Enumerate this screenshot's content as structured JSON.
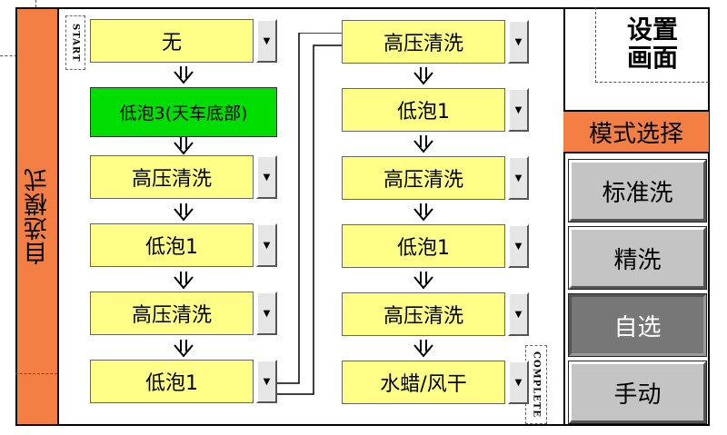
{
  "left_bar": {
    "title": "自选模式"
  },
  "tags": {
    "start": "START",
    "complete": "COMPLETE"
  },
  "steps_left": [
    {
      "label": "无",
      "dropdown": "▼"
    },
    {
      "label": "低泡3(天车底部)",
      "highlighted": true,
      "color": "#00dd00"
    },
    {
      "label": "高压清洗",
      "dropdown": "▼"
    },
    {
      "label": "低泡1",
      "dropdown": "▼"
    },
    {
      "label": "高压清洗",
      "dropdown": "▼"
    },
    {
      "label": "低泡1",
      "dropdown": "▼"
    }
  ],
  "steps_right": [
    {
      "label": "高压清洗",
      "dropdown": "▼"
    },
    {
      "label": "低泡1",
      "dropdown": "▼"
    },
    {
      "label": "高压清洗",
      "dropdown": "▼"
    },
    {
      "label": "低泡1",
      "dropdown": "▼"
    },
    {
      "label": "高压清洗",
      "dropdown": "▼"
    },
    {
      "label": "水蜡/风干",
      "dropdown": "▼"
    }
  ],
  "settings_button": {
    "line1": "设置",
    "line2": "画面"
  },
  "mode_panel": {
    "title": "模式选择",
    "buttons": [
      {
        "label": "标准洗",
        "active": false
      },
      {
        "label": "精洗",
        "active": false
      },
      {
        "label": "自选",
        "active": true
      },
      {
        "label": "手动",
        "active": false
      }
    ]
  },
  "colors": {
    "accent_orange": "#f47f45",
    "field_yellow": "#ffff88",
    "active_green": "#00dd00",
    "active_mode_gray": "#777777"
  }
}
